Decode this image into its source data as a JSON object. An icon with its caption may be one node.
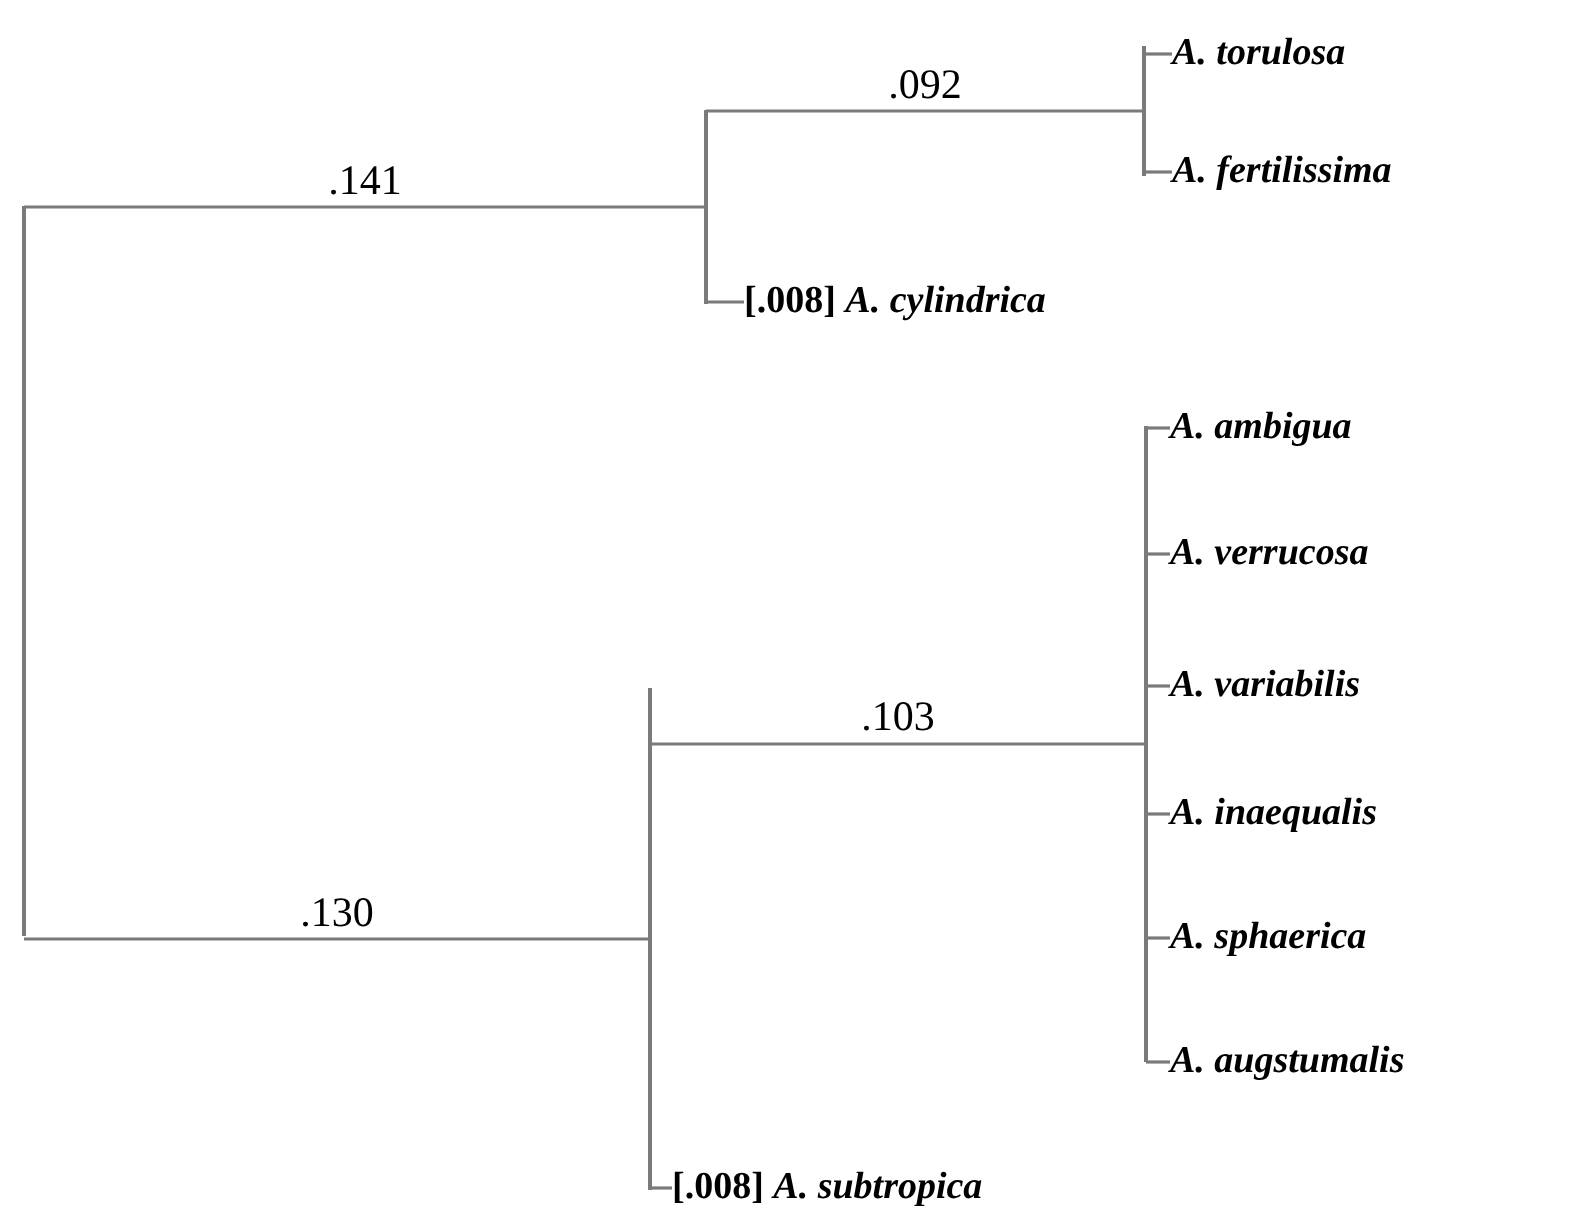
{
  "diagram": {
    "nodes": [
      {
        "text": [],
        "shape": "bar"
      },
      {
        "text": [],
        "shape": "bar"
      },
      {
        "text": [],
        "shape": "bar"
      },
      {
        "text": [
          "A. torulosa"
        ]
      },
      {
        "text": [
          "A. fertilissima"
        ]
      },
      {
        "text": [
          "[.008] *A. cylindrica*"
        ]
      },
      {
        "text": [],
        "shape": "bar"
      },
      {
        "text": [],
        "shape": "bar"
      },
      {
        "text": [
          "A. ambigua"
        ]
      },
      {
        "text": [
          "A. verrucosa"
        ]
      },
      {
        "text": [
          "A. variabilis"
        ]
      },
      {
        "text": [
          "A. inaequalis"
        ]
      },
      {
        "text": [
          "A. sphaerica"
        ]
      },
      {
        "text": [
          "A. augstumalis"
        ]
      },
      {
        "text": [
          "[.008] *A. subtropica*"
        ]
      }
    ],
    "edges": [
      {
        "from": 0,
        "to": 1,
        "arrow": "none",
        "label": ".141"
      },
      {
        "from": 1,
        "to": 2,
        "arrow": "none",
        "label": ".092"
      },
      {
        "from": 2,
        "to": 3,
        "arrow": "none"
      },
      {
        "from": 2,
        "to": 4,
        "arrow": "none"
      },
      {
        "from": 1,
        "to": 5,
        "arrow": "none"
      },
      {
        "from": 0,
        "to": 6,
        "arrow": "none",
        "label": ".130"
      },
      {
        "from": 6,
        "to": 7,
        "arrow": "none",
        "label": ".103"
      },
      {
        "from": 7,
        "to": 8,
        "arrow": "none"
      },
      {
        "from": 7,
        "to": 9,
        "arrow": "none"
      },
      {
        "from": 7,
        "to": 10,
        "arrow": "none"
      },
      {
        "from": 7,
        "to": 11,
        "arrow": "none"
      },
      {
        "from": 7,
        "to": 12,
        "arrow": "none"
      },
      {
        "from": 7,
        "to": 13,
        "arrow": "none"
      },
      {
        "from": 6,
        "to": 14,
        "arrow": "none"
      }
    ]
  }
}
